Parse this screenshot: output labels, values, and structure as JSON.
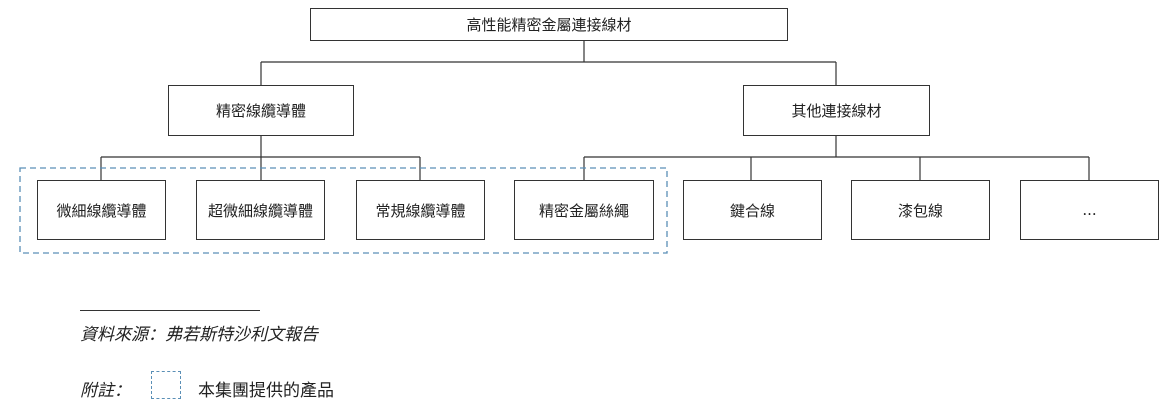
{
  "root": {
    "label": "高性能精密金屬連接線材"
  },
  "branches": {
    "precision": "精密線纜導體",
    "other": "其他連接線材"
  },
  "leaves": {
    "micro": "微細線纜導體",
    "ultra_micro": "超微細線纜導體",
    "regular": "常規線纜導體",
    "metal_rope": "精密金屬絲繩",
    "bonding": "鍵合線",
    "enamelled": "漆包線",
    "more": "..."
  },
  "footer": {
    "source": "資料來源：弗若斯特沙利文報告",
    "note_label": "附註：",
    "note_text": "本集團提供的產品"
  },
  "colors": {
    "line": "#333333",
    "dashed": "#5a8fb6"
  }
}
